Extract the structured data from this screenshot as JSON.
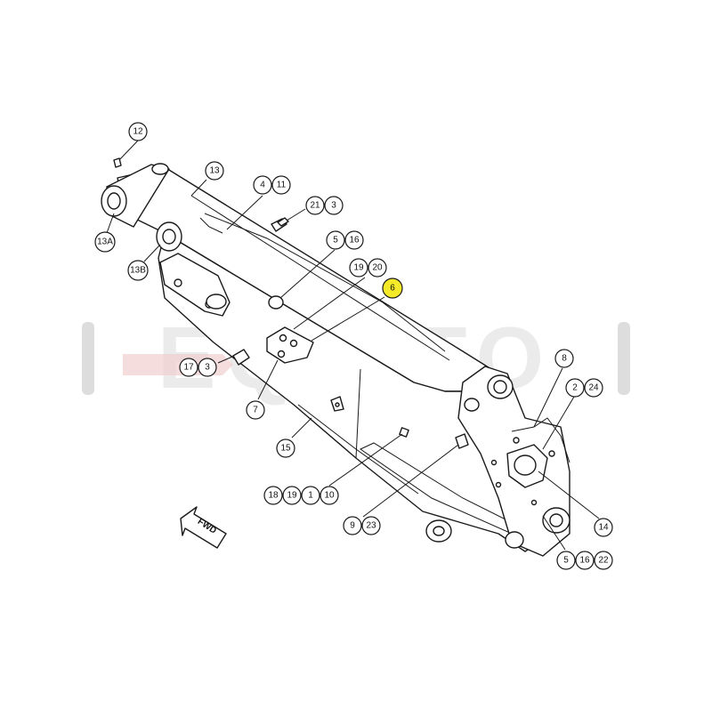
{
  "diagram": {
    "watermark_text": "EQUITO",
    "direction_label": "FWD",
    "highlight_color": "#f5ea2a",
    "line_color": "#1a1a1a",
    "watermark_color": "#e6e6e6",
    "watermark_accent": "#e8b9b9",
    "callouts": {
      "c12": "12",
      "c13": "13",
      "c13a": "13A",
      "c13b": "13B",
      "c4": "4",
      "c11": "11",
      "c21": "21",
      "c3a": "3",
      "c5a": "5",
      "c16a": "16",
      "c19a": "19",
      "c20": "20",
      "c6": "6",
      "c17": "17",
      "c3b": "3",
      "c7": "7",
      "c15": "15",
      "c8": "8",
      "c2": "2",
      "c24": "24",
      "c18": "18",
      "c19b": "19",
      "c1": "1",
      "c10": "10",
      "c9": "9",
      "c23": "23",
      "c14": "14",
      "c5b": "5",
      "c16b": "16",
      "c22": "22"
    }
  }
}
